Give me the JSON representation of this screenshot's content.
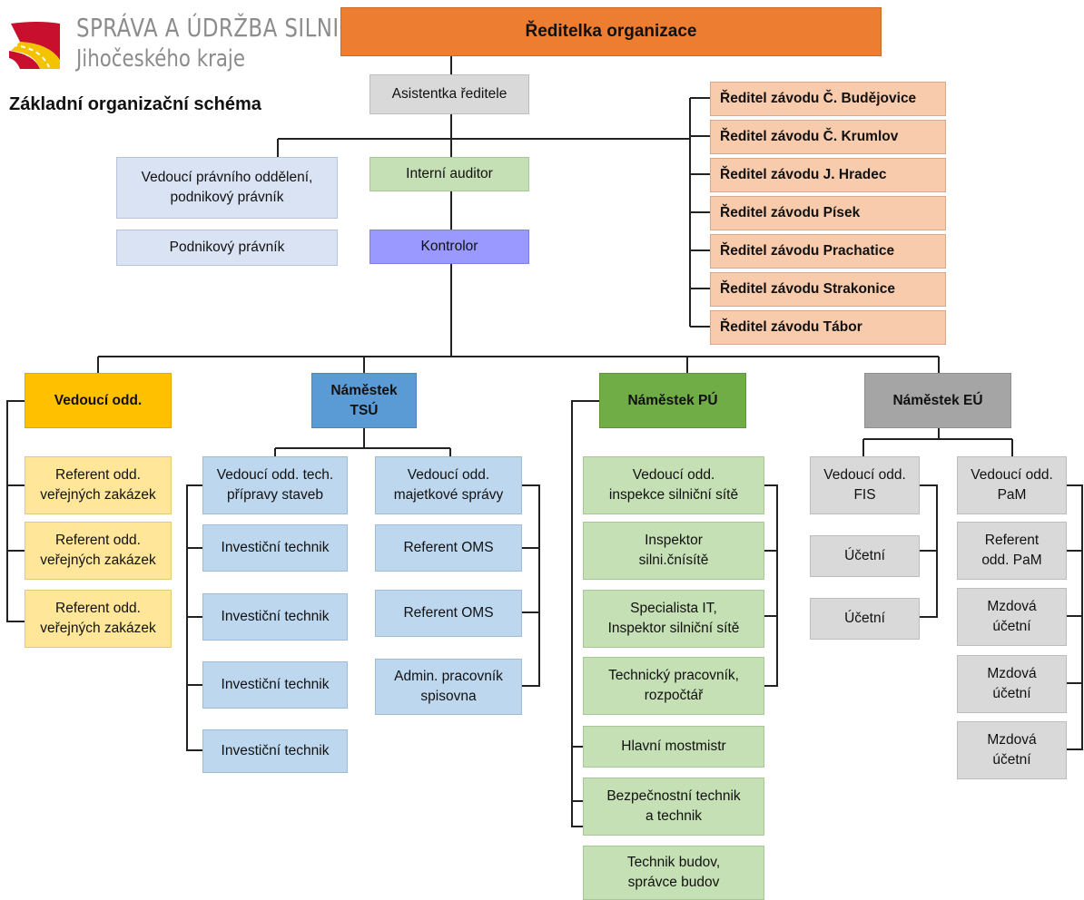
{
  "logo": {
    "line1": "SPRÁVA A ÚDRŽBA SILNIC",
    "line2": "Jihočeského kraje"
  },
  "subtitle": "Základní organizační schéma",
  "colors": {
    "director": "#ed7d31",
    "plant_directors": "#f8cbad",
    "assistant": "#d9d9d9",
    "legal": "#dae3f3",
    "auditor": "#c5e0b4",
    "controller": "#9999ff",
    "dept_head": "#ffc000",
    "tsu": "#5b9bd5",
    "pu": "#70ad47",
    "eu": "#a5a5a5"
  },
  "top": {
    "director": "Ředitelka organizace",
    "assistant": "Asistentka ředitele",
    "legal_head": "Vedoucí právního oddělení,\npodnikový právník",
    "legal_lawyer": "Podnikový právník",
    "auditor": "Interní auditor",
    "controller": "Kontrolor"
  },
  "plants": [
    "Ředitel závodu Č. Budějovice",
    "Ředitel závodu Č. Krumlov",
    "Ředitel závodu J. Hradec",
    "Ředitel závodu Písek",
    "Ředitel závodu Prachatice",
    "Ředitel závodu Strakonice",
    "Ředitel závodu Tábor"
  ],
  "dept": {
    "head": "Vedoucí odd.",
    "items": [
      "Referent odd.\nveřejných zakázek",
      "Referent odd.\nveřejných zakázek",
      "Referent odd.\nveřejných zakázek"
    ]
  },
  "tsu": {
    "head": "Náměstek TSÚ",
    "left_head": "Vedoucí odd. tech.\npřípravy staveb",
    "left_items": [
      "Investiční technik",
      "Investiční technik",
      "Investiční technik",
      "Investiční technik"
    ],
    "right_head": "Vedoucí odd.\nmajetkové správy",
    "right_items": [
      "Referent OMS",
      "Referent OMS",
      "Admin. pracovník\nspisovna"
    ]
  },
  "pu": {
    "head": "Náměstek PÚ",
    "items": [
      "Vedoucí odd.\ninspekce silniční sítě",
      "Inspektor\nsilni.čnísítě",
      "Specialista IT,\nInspektor silniční sítě",
      "Technický pracovník,\nrozpočtář",
      "Hlavní mostmistr",
      "Bezpečnostní technik\na technik",
      "Technik budov,\nsprávce budov"
    ]
  },
  "eu": {
    "head": "Náměstek EÚ",
    "left_head": "Vedoucí odd.\nFIS",
    "left_items": [
      "Účetní",
      "Účetní"
    ],
    "right_head": "Vedoucí odd.\nPaM",
    "right_items": [
      "Referent\nodd. PaM",
      "Mzdová\núčetní",
      "Mzdová\núčetní",
      "Mzdová\núčetní"
    ]
  }
}
